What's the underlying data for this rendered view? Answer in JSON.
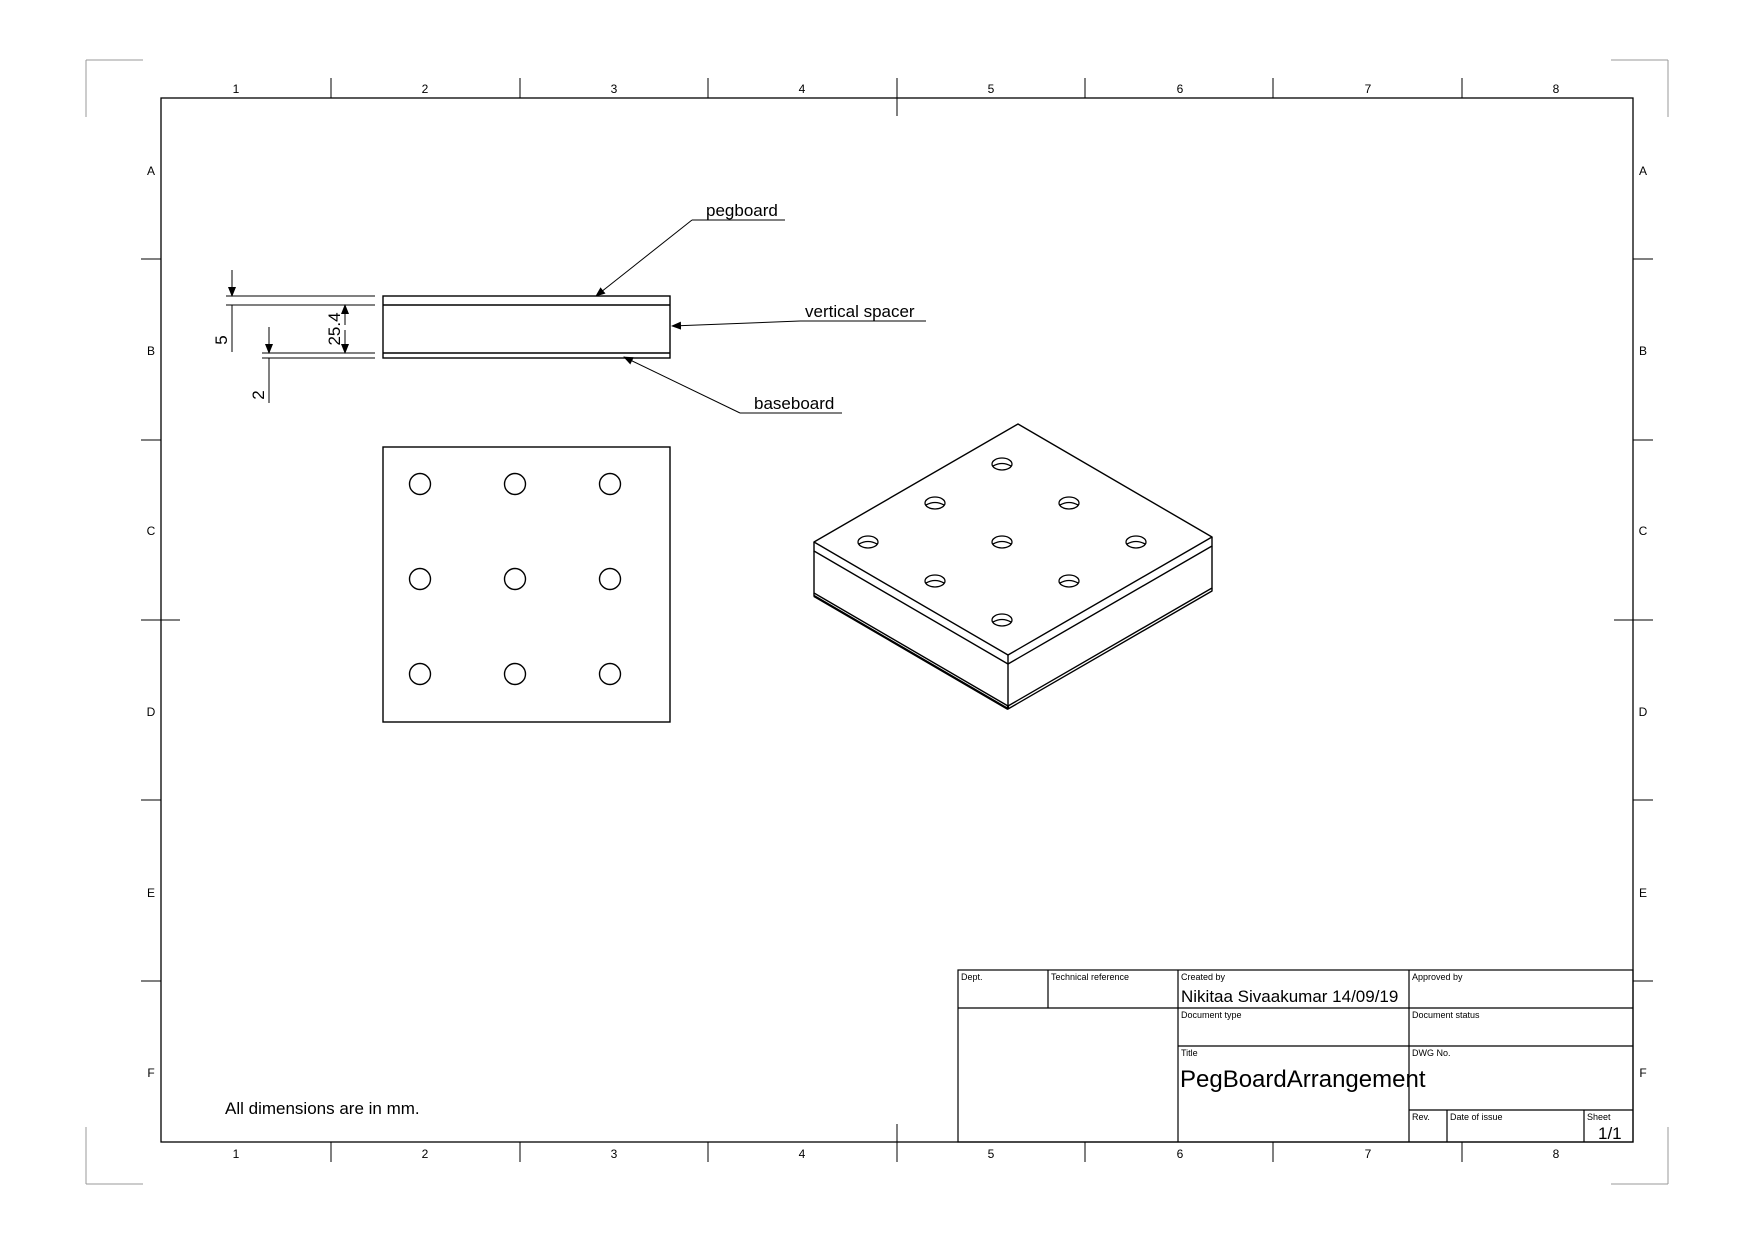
{
  "sheet": {
    "columns": [
      "1",
      "2",
      "3",
      "4",
      "5",
      "6",
      "7",
      "8"
    ],
    "rows": [
      "A",
      "B",
      "C",
      "D",
      "E",
      "F"
    ]
  },
  "callouts": {
    "pegboard": "pegboard",
    "vertical_spacer": "vertical spacer",
    "baseboard": "baseboard"
  },
  "dimensions": {
    "pegboard_thickness": "5",
    "baseboard_thickness": "2",
    "spacer_height": "25.4"
  },
  "note": "All dimensions are in mm.",
  "title_block": {
    "dept_label": "Dept.",
    "technical_reference_label": "Technical reference",
    "created_by_label": "Created by",
    "created_by_value": "Nikitaa Sivaakumar 14/09/19",
    "approved_by_label": "Approved by",
    "document_type_label": "Document type",
    "document_status_label": "Document status",
    "title_label": "Title",
    "title_value": "PegBoardArrangement",
    "dwg_no_label": "DWG No.",
    "rev_label": "Rev.",
    "date_of_issue_label": "Date of issue",
    "sheet_label": "Sheet",
    "sheet_value": "1/1"
  },
  "icons": {
    "pegboard_top_view": "pegboard-top-view-icon",
    "pegboard_isometric_view": "pegboard-isometric-view-icon"
  }
}
